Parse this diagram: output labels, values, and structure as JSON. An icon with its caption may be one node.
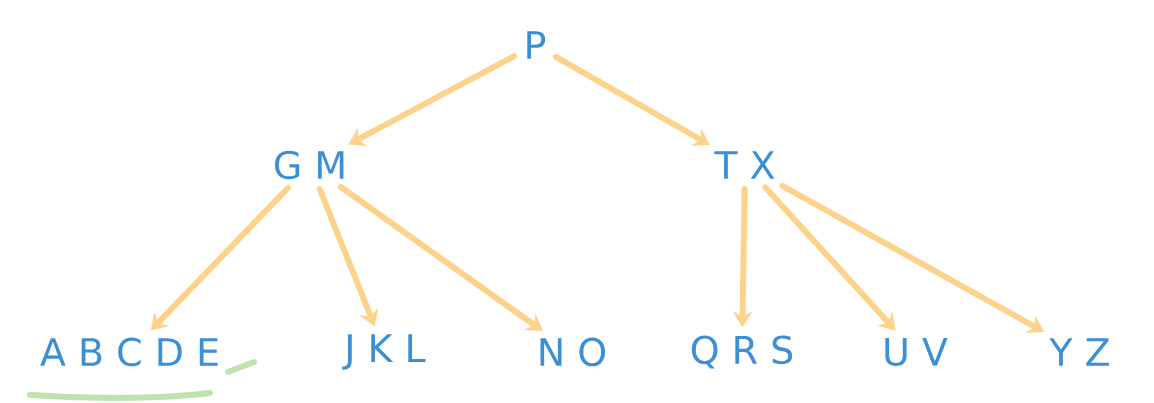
{
  "diagram": {
    "nodes": [
      {
        "text": [
          "P"
        ]
      },
      {
        "text": [
          "G M"
        ]
      },
      {
        "text": [
          "T X"
        ]
      },
      {
        "text": [
          "A B C D E"
        ]
      },
      {
        "text": [
          "J K L"
        ]
      },
      {
        "text": [
          "N O"
        ]
      },
      {
        "text": [
          "Q R S"
        ]
      },
      {
        "text": [
          "U V"
        ]
      },
      {
        "text": [
          "Y Z"
        ]
      }
    ],
    "edges": [
      {
        "from": 0,
        "to": 1,
        "arrow": "to"
      },
      {
        "from": 0,
        "to": 2,
        "arrow": "to"
      },
      {
        "from": 1,
        "to": 3,
        "arrow": "to"
      },
      {
        "from": 1,
        "to": 4,
        "arrow": "to"
      },
      {
        "from": 1,
        "to": 5,
        "arrow": "to"
      },
      {
        "from": 2,
        "to": 6,
        "arrow": "to"
      },
      {
        "from": 2,
        "to": 7,
        "arrow": "to"
      },
      {
        "from": 2,
        "to": 8,
        "arrow": "to"
      }
    ]
  }
}
